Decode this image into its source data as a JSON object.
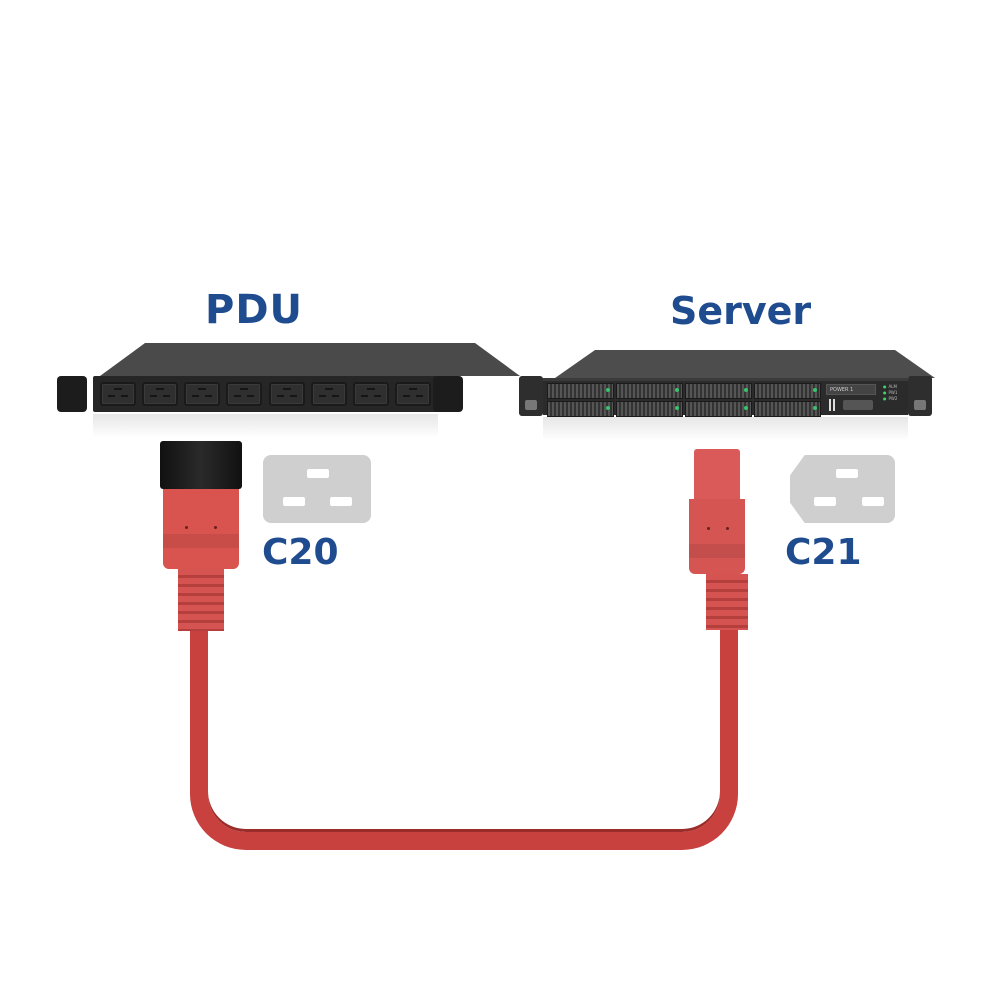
{
  "diagram": {
    "left_device": {
      "title": "PDU",
      "outlet_count": 8,
      "connector_label": "C20",
      "connector_icon": "c20-inlet-icon"
    },
    "right_device": {
      "title": "Server",
      "panel_label": "POWER 1",
      "drive_bays": 8,
      "status_leds": [
        "ALM",
        "PW1",
        "PW2"
      ],
      "connector_label": "C21",
      "connector_icon": "c21-connector-icon"
    },
    "cable": {
      "color": "#c8413f",
      "connection": "C20 to C21"
    },
    "colors": {
      "label_text": "#1f4b8f",
      "icon_gray": "#cfcfcf",
      "device_body": "#262626"
    }
  }
}
